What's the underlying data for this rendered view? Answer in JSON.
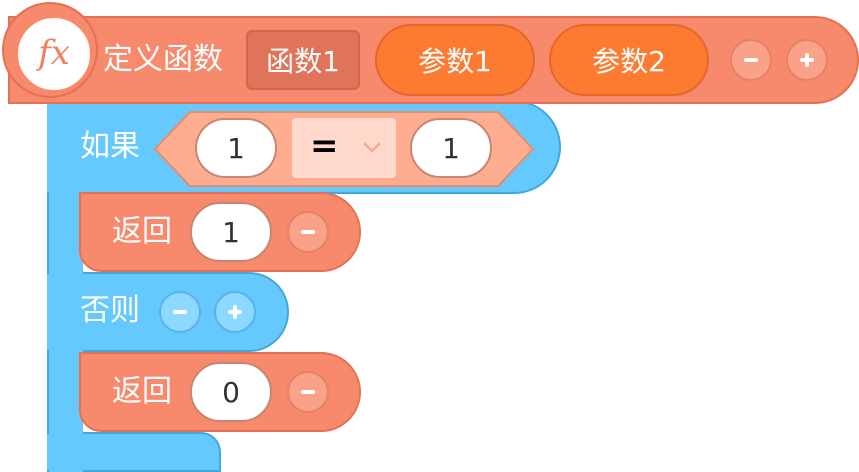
{
  "function_block": {
    "icon_text": "fx",
    "define_label": "定义函数",
    "name_value": "函数1",
    "params": [
      "参数1",
      "参数2"
    ]
  },
  "if_block": {
    "if_label": "如果",
    "condition": {
      "left": "1",
      "operator": "=",
      "right": "1"
    },
    "return_label": "返回",
    "then_return_value": "1",
    "else_label": "否则",
    "else_return_value": "0"
  },
  "colors": {
    "function_block": "#f7896c",
    "param_pill": "#fc7b31",
    "logic_block": "#66c9fe",
    "condition_hex": "#ffad91"
  }
}
